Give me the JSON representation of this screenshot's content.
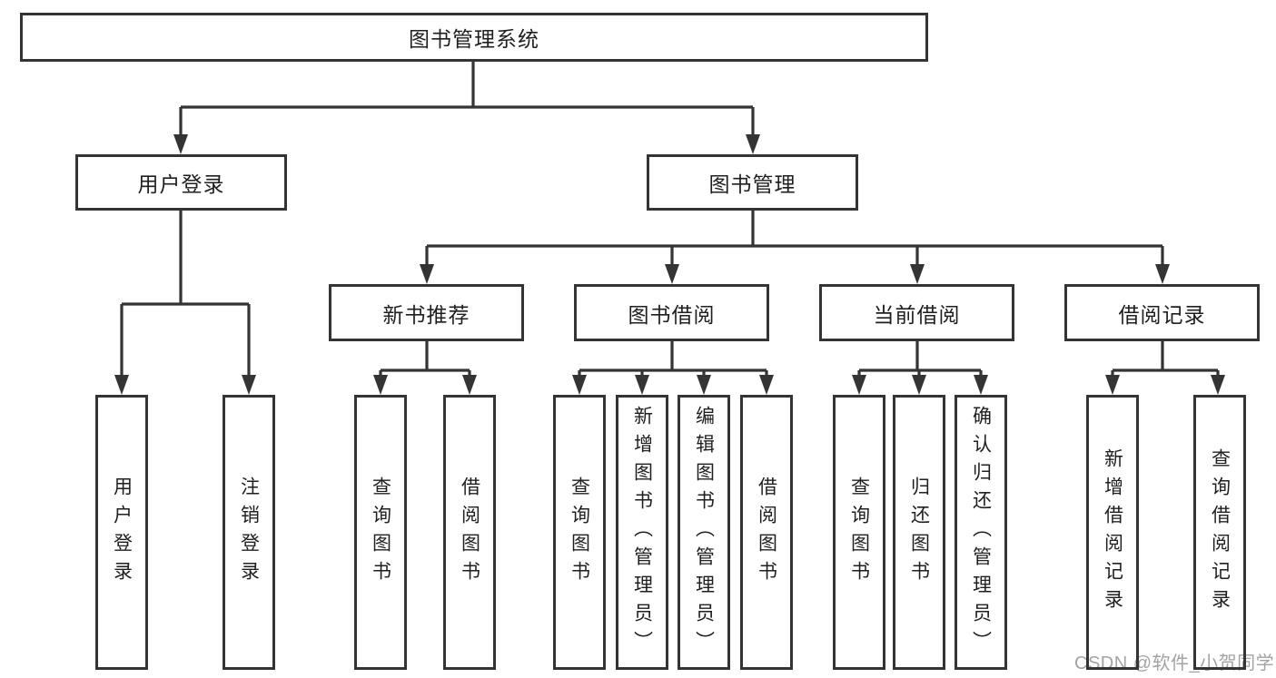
{
  "colors": {
    "line": "#343434",
    "text": "#1f1f1f",
    "background": "#ffffff",
    "watermark": "#a3a3a3"
  },
  "root": {
    "label": "图书管理系统"
  },
  "level2": [
    {
      "id": "user-login",
      "label": "用户登录",
      "parent": "图书管理系统"
    },
    {
      "id": "book-management",
      "label": "图书管理",
      "parent": "图书管理系统"
    }
  ],
  "level3": [
    {
      "id": "new-book-recommend",
      "label": "新书推荐",
      "parent": "图书管理"
    },
    {
      "id": "book-borrow",
      "label": "图书借阅",
      "parent": "图书管理"
    },
    {
      "id": "current-borrow",
      "label": "当前借阅",
      "parent": "图书管理"
    },
    {
      "id": "borrow-record",
      "label": "借阅记录",
      "parent": "图书管理"
    }
  ],
  "leaves": [
    {
      "label": "用户登录",
      "parent": "用户登录"
    },
    {
      "label": "注销登录",
      "parent": "用户登录"
    },
    {
      "label": "查询图书",
      "parent": "新书推荐"
    },
    {
      "label": "借阅图书",
      "parent": "新书推荐"
    },
    {
      "label": "查询图书",
      "parent": "图书借阅"
    },
    {
      "label": "新增图书（管理员）",
      "parent": "图书借阅"
    },
    {
      "label": "编辑图书（管理员）",
      "parent": "图书借阅"
    },
    {
      "label": "借阅图书",
      "parent": "图书借阅"
    },
    {
      "label": "查询图书",
      "parent": "当前借阅"
    },
    {
      "label": "归还图书",
      "parent": "当前借阅"
    },
    {
      "label": "确认归还（管理员）",
      "parent": "当前借阅"
    },
    {
      "label": "新增借阅记录",
      "parent": "借阅记录"
    },
    {
      "label": "查询借阅记录",
      "parent": "借阅记录"
    }
  ],
  "hierarchy": {
    "图书管理系统": {
      "用户登录": [
        "用户登录",
        "注销登录"
      ],
      "图书管理": {
        "新书推荐": [
          "查询图书",
          "借阅图书"
        ],
        "图书借阅": [
          "查询图书",
          "新增图书（管理员）",
          "编辑图书（管理员）",
          "借阅图书"
        ],
        "当前借阅": [
          "查询图书",
          "归还图书",
          "确认归还（管理员）"
        ],
        "借阅记录": [
          "新增借阅记录",
          "查询借阅记录"
        ]
      }
    }
  },
  "watermark": {
    "text": "CSDN @软件_小贺同学"
  }
}
